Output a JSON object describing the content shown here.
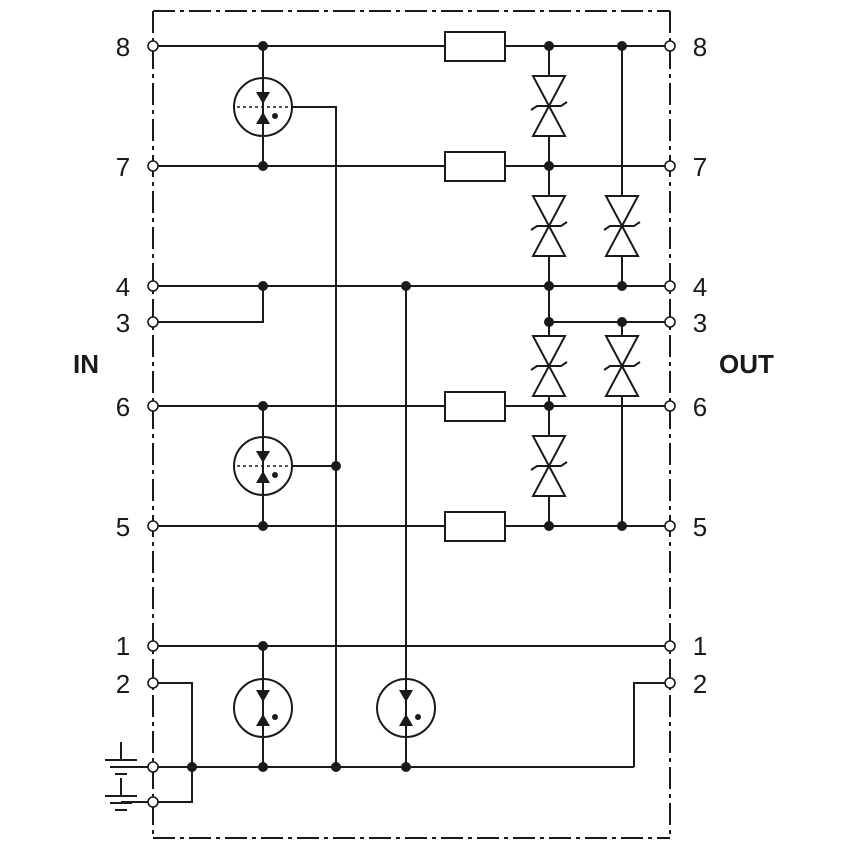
{
  "labels": {
    "in": "IN",
    "out": "OUT"
  },
  "pins_left": [
    "8",
    "7",
    "4",
    "3",
    "6",
    "5",
    "1",
    "2"
  ],
  "pins_right": [
    "8",
    "7",
    "4",
    "3",
    "6",
    "5",
    "1",
    "2"
  ],
  "symbols": {
    "ground": "ground-icon",
    "resistor": "resistor-icon",
    "gas_discharge_tube": "gas-discharge-tube-icon",
    "tvs_diode": "tvs-diode-icon"
  },
  "colors": {
    "line": "#1a1a1a",
    "background": "#ffffff"
  }
}
